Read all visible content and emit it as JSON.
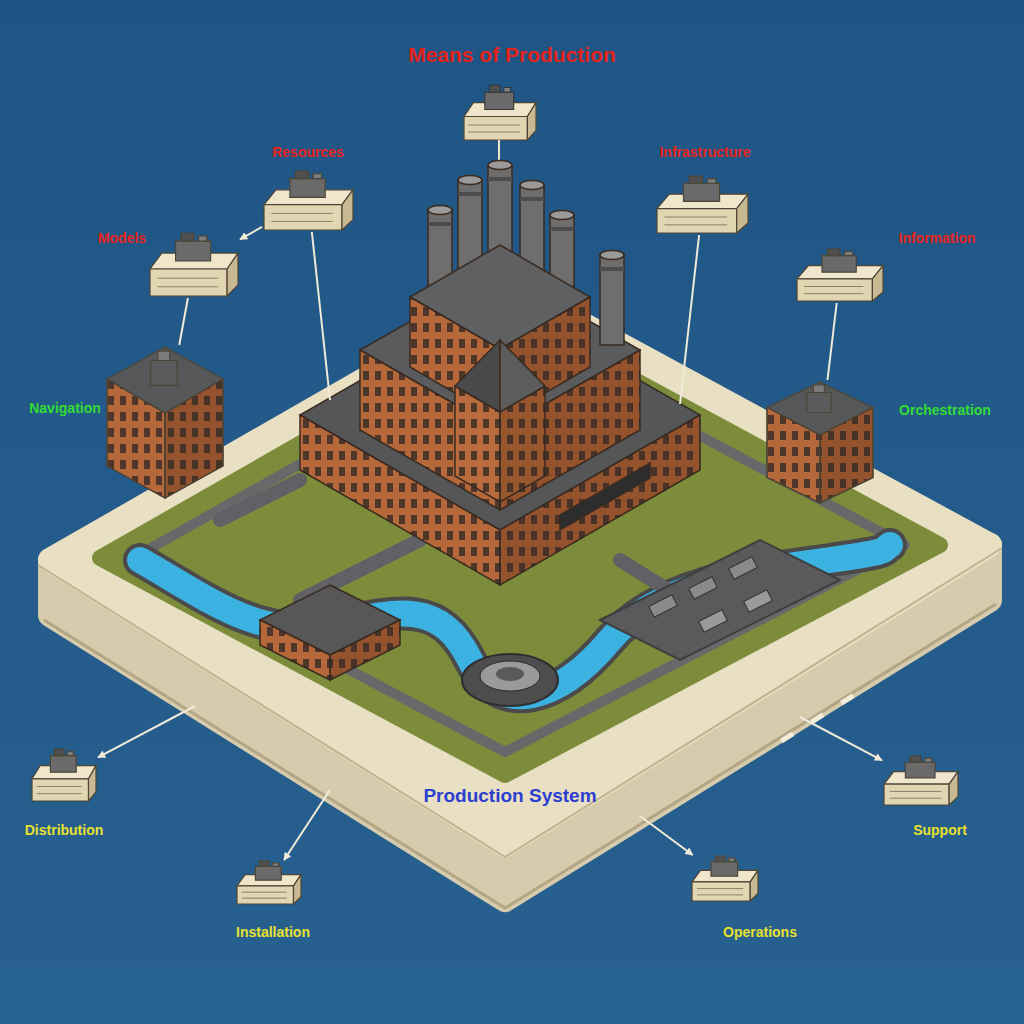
{
  "diagram": {
    "title": "Means of Production",
    "nodes": [
      {
        "text": [
          "Resources"
        ]
      },
      {
        "text": [
          "Infrastructure"
        ]
      },
      {
        "text": [
          "Models"
        ]
      },
      {
        "text": [
          "Information"
        ]
      },
      {
        "text": [
          "Production System"
        ]
      },
      {
        "text": [
          "Navigation"
        ],
        "in": 4
      },
      {
        "text": [
          "Orchestration"
        ],
        "in": 4
      },
      {
        "text": [
          "Distribution"
        ]
      },
      {
        "text": [
          "Support"
        ]
      },
      {
        "text": [
          "Installation"
        ]
      },
      {
        "text": [
          "Operations"
        ]
      }
    ],
    "edges": [
      {
        "from": 0,
        "to": 2,
        "arrow": "to"
      },
      {
        "from": 0,
        "to": 4,
        "arrow": "none"
      },
      {
        "from": 1,
        "to": 4,
        "arrow": "none"
      },
      {
        "from": 2,
        "to": 5,
        "arrow": "none"
      },
      {
        "from": 3,
        "to": 6,
        "arrow": "none"
      },
      {
        "from": 4,
        "to": 7,
        "arrow": "to"
      },
      {
        "from": 4,
        "to": 9,
        "arrow": "to"
      },
      {
        "from": 4,
        "to": 10,
        "arrow": "to"
      },
      {
        "from": 4,
        "to": 8,
        "arrow": "to"
      }
    ]
  }
}
